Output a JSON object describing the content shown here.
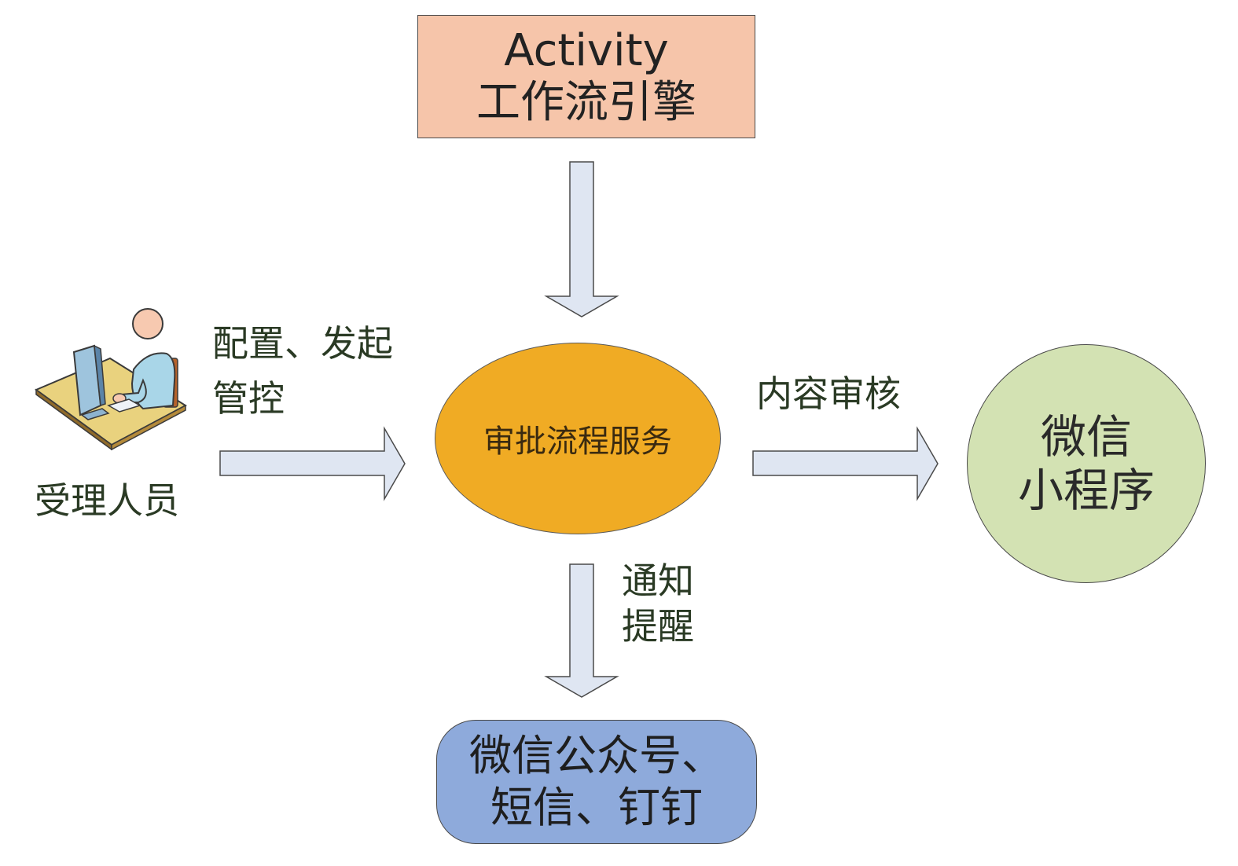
{
  "engine": {
    "lines": [
      "Activity",
      "工作流引擎"
    ],
    "fill": "#f6c5aa"
  },
  "service": {
    "label": "审批流程服务",
    "fill": "#f0ab24"
  },
  "wechat_mini": {
    "lines": [
      "微信",
      "小程序"
    ],
    "fill": "#d3e2b3"
  },
  "channels": {
    "lines": [
      "微信公众号、",
      "短信、钉钉"
    ],
    "fill": "#8eaadb"
  },
  "operator": {
    "label": "受理人员",
    "icon": "operator-at-computer-icon"
  },
  "arrows": {
    "config": {
      "lines": [
        "配置、发起",
        "管控"
      ]
    },
    "audit": {
      "label": "内容审核"
    },
    "notify": {
      "lines": [
        "通知",
        "提醒"
      ]
    }
  },
  "colors": {
    "arrow_fill": "#dfe6f2",
    "arrow_stroke": "#4a4a4a"
  }
}
